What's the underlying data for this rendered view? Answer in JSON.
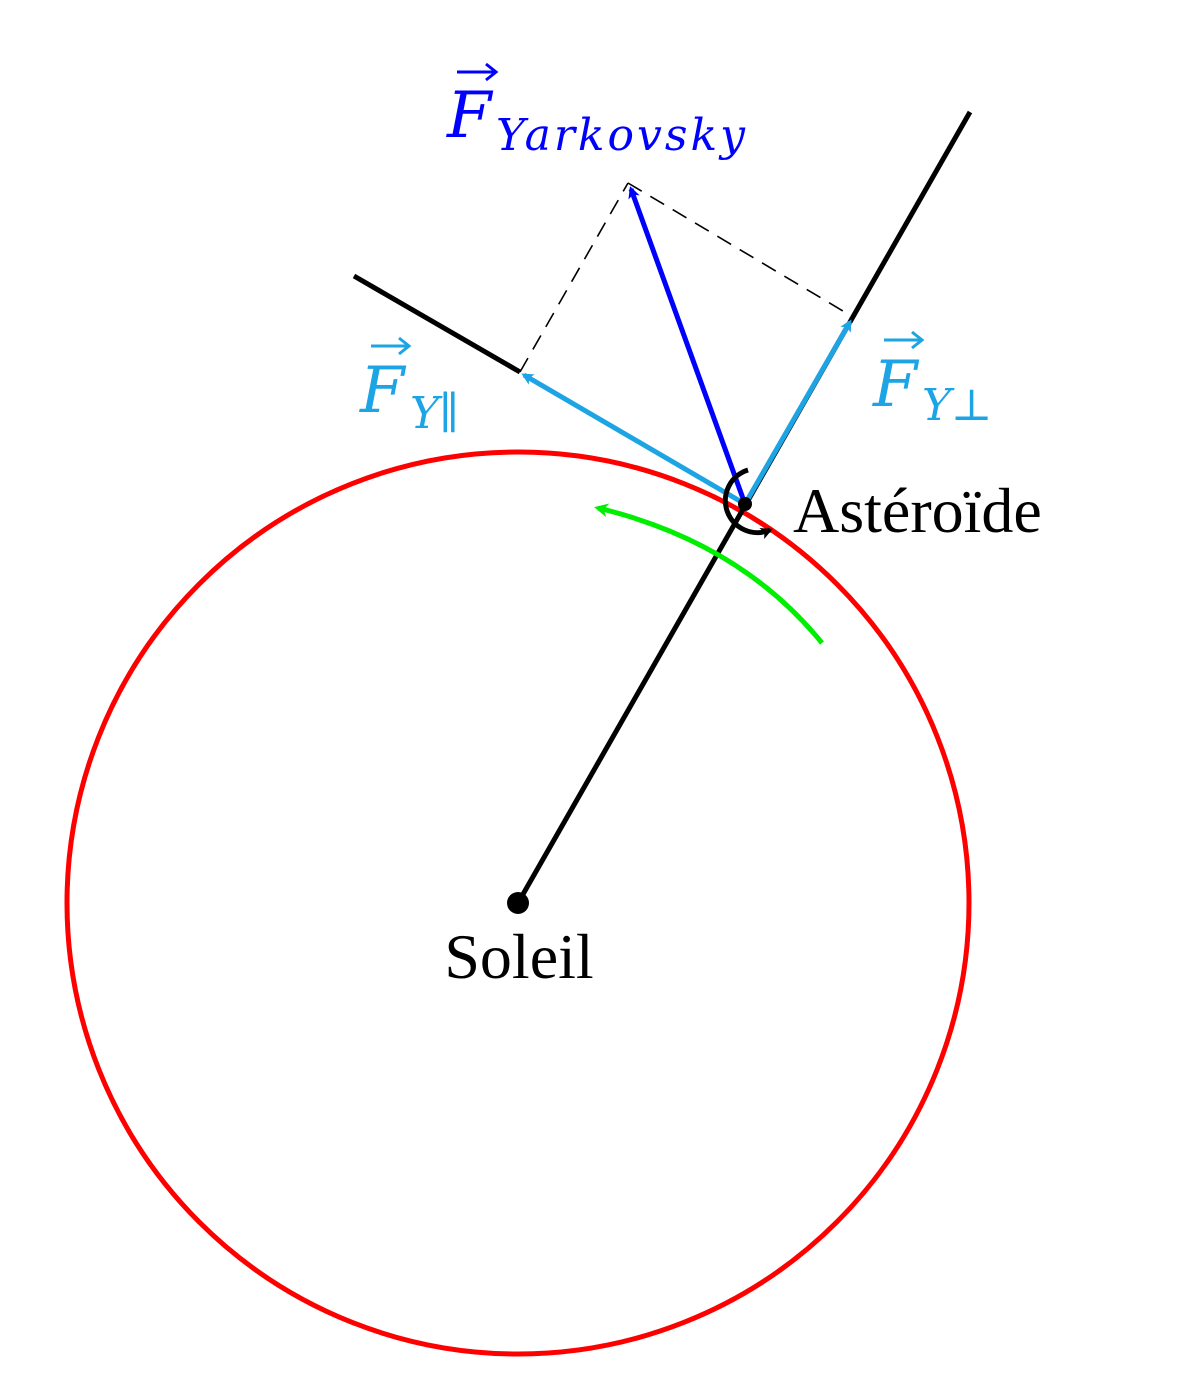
{
  "labels": {
    "sun": "Soleil",
    "asteroid": "Astéroïde",
    "force_total": {
      "symbol": "F",
      "subscript": "Yarkovsky"
    },
    "force_parallel": {
      "symbol": "F",
      "subscript": "Y∥"
    },
    "force_perpendicular": {
      "symbol": "F",
      "subscript": "Y⊥"
    }
  },
  "colors": {
    "orbit": "#ff0000",
    "motion_arrow": "#00ee00",
    "yarkovsky_force": "#0000ff",
    "force_components": "#1ca4e4",
    "lines": "#000000",
    "construction": "#000000"
  }
}
